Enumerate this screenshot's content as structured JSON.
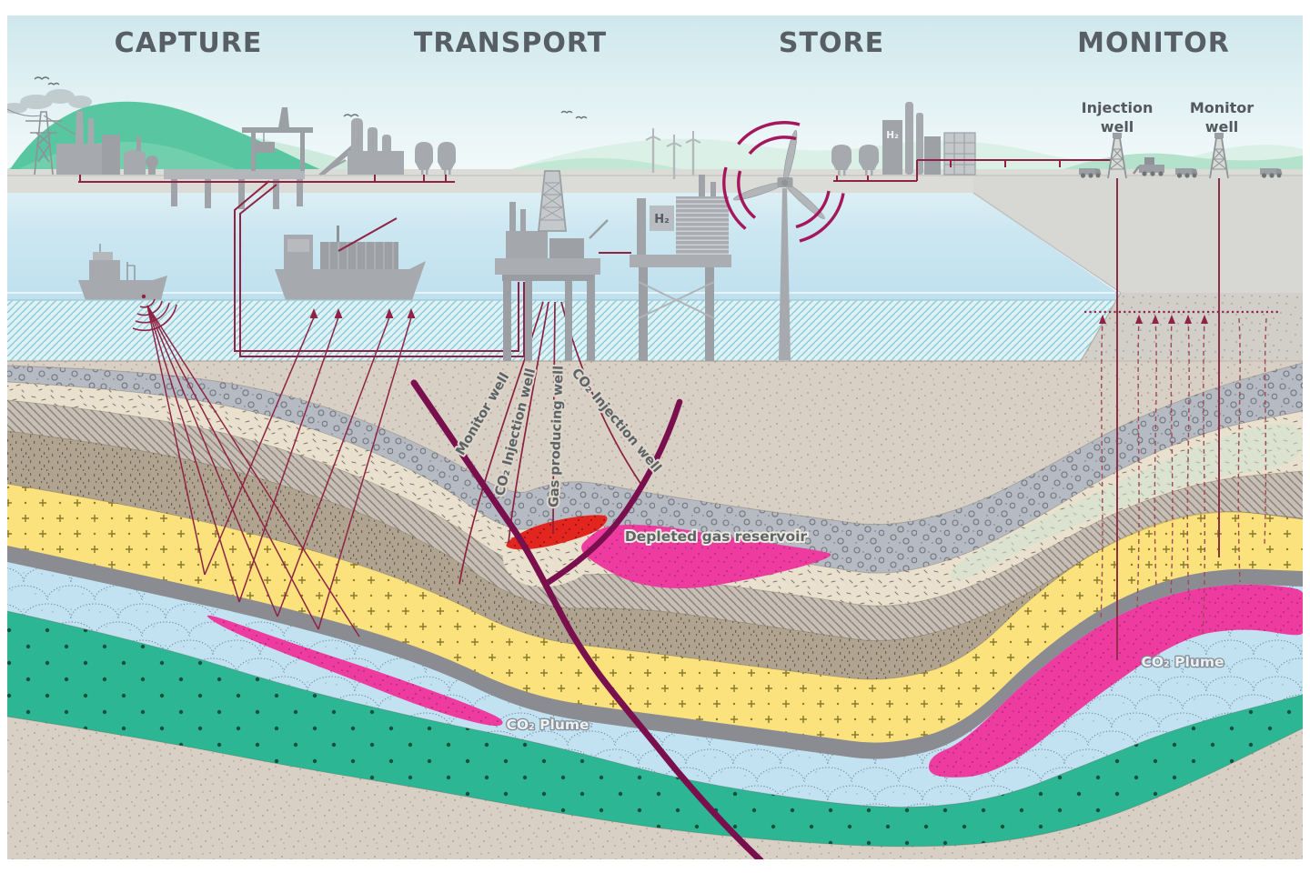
{
  "sections": {
    "capture": "CAPTURE",
    "transport": "TRANSPORT",
    "store": "STORE",
    "monitor": "MONITOR"
  },
  "surface_labels": {
    "injection_well": {
      "line1": "Injection",
      "line2": "well"
    },
    "monitor_well": {
      "line1": "Monitor",
      "line2": "well"
    }
  },
  "well_labels": {
    "monitor_well": "Monitor well",
    "co2_injection_well_left": "CO₂ Injection well",
    "gas_producing_well": "Gas producing well",
    "co2_injection_well_right": "CO₂ Injection well"
  },
  "reservoir_labels": {
    "depleted_gas_reservoir": "Depleted gas reservoir",
    "co2_plume_left": "CO₂ Plume",
    "co2_plume_right": "CO₂ Plume"
  },
  "equipment_labels": {
    "h2_platform": "H₂",
    "h2_plant": "H₂"
  },
  "colors": {
    "sky": "#d3eaee",
    "sea": "#c3e2ee",
    "mountain_green": "#58c6a0",
    "pipeline_maroon": "#8e2344",
    "fault_purple": "#7a0f4e",
    "reservoir_pink": "#ee3ba0",
    "co2_red": "#e3251f",
    "sandstone_yellow": "#fce27c",
    "caprock_gray": "#8a8c92",
    "aquifer_blue": "#c3e2f1",
    "basement_teal": "#2db694",
    "label_gray": "#5c6268"
  }
}
